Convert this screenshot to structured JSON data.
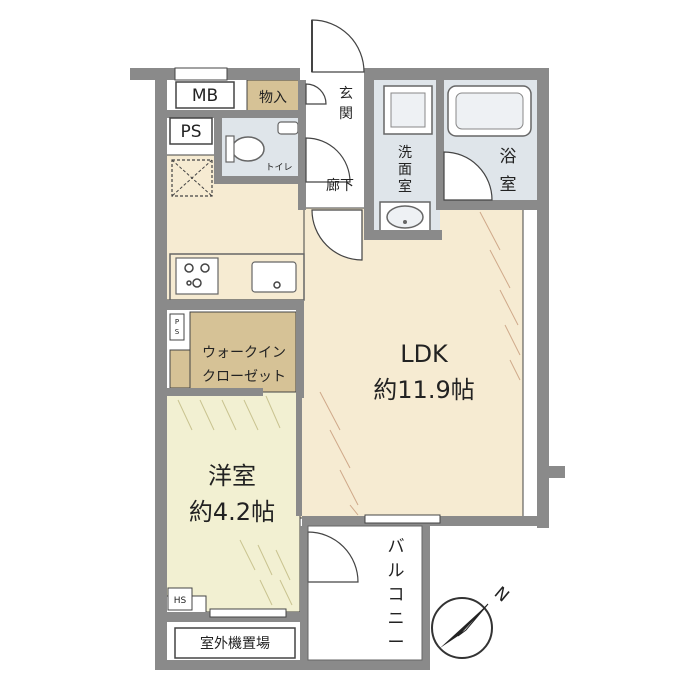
{
  "colors": {
    "wall": "#8a8a8a",
    "ldk_floor": "#f6ebd2",
    "bedroom_floor": "#f2f0d2",
    "wet_area": "#dfe5ea",
    "closet": "#d6c296",
    "storage": "#d6c296",
    "line": "#444444"
  },
  "rooms": {
    "ldk_name": "LDK",
    "ldk_size": "約11.9帖",
    "bedroom_name": "洋室",
    "bedroom_size": "約4.2帖",
    "bath": "浴室",
    "washroom_1": "洗",
    "washroom_2": "面",
    "washroom_3": "室",
    "toilet": "トイレ",
    "entrance_1": "玄",
    "entrance_2": "関",
    "hallway": "廊下",
    "storage": "物入",
    "closet_line1": "ウォークイン",
    "closet_line2": "クローゼット",
    "balcony_1": "バ",
    "balcony_2": "ル",
    "balcony_3": "コ",
    "balcony_4": "ニ",
    "balcony_5": "ー",
    "outdoor_unit": "室外機置場"
  },
  "fixtures": {
    "mb": "MB",
    "ps_top": "PS",
    "ps_small_1": "P",
    "ps_small_2": "S",
    "hs": "HS"
  },
  "compass": {
    "north": "N"
  }
}
